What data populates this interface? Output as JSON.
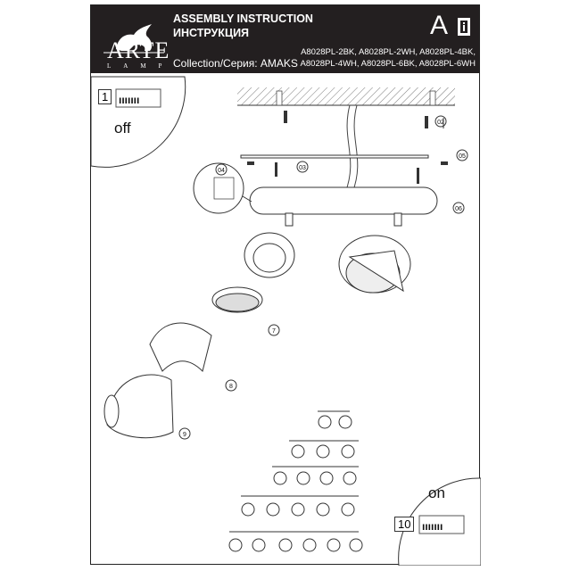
{
  "header": {
    "brand": "ARTE",
    "brand_sub": "LAMP",
    "title_en": "ASSEMBLY INSTRUCTION",
    "title_ru": "ИНСТРУКЦИЯ",
    "collection": "Collection/Серия: AMAKS",
    "models_line1": "A8028PL-2BK, A8028PL-2WH, A8028PL-4BK,",
    "models_line2": "A8028PL-4WH, A8028PL-6BK, A8028PL-6WH",
    "section_letter": "A"
  },
  "steps": {
    "step1": "1",
    "step1_label": "off",
    "step10": "10",
    "step10_label": "on",
    "s02": "02",
    "s03": "03",
    "s04": "04",
    "s05": "05",
    "s06": "06",
    "s07": "7",
    "s08": "8",
    "s09": "9"
  }
}
